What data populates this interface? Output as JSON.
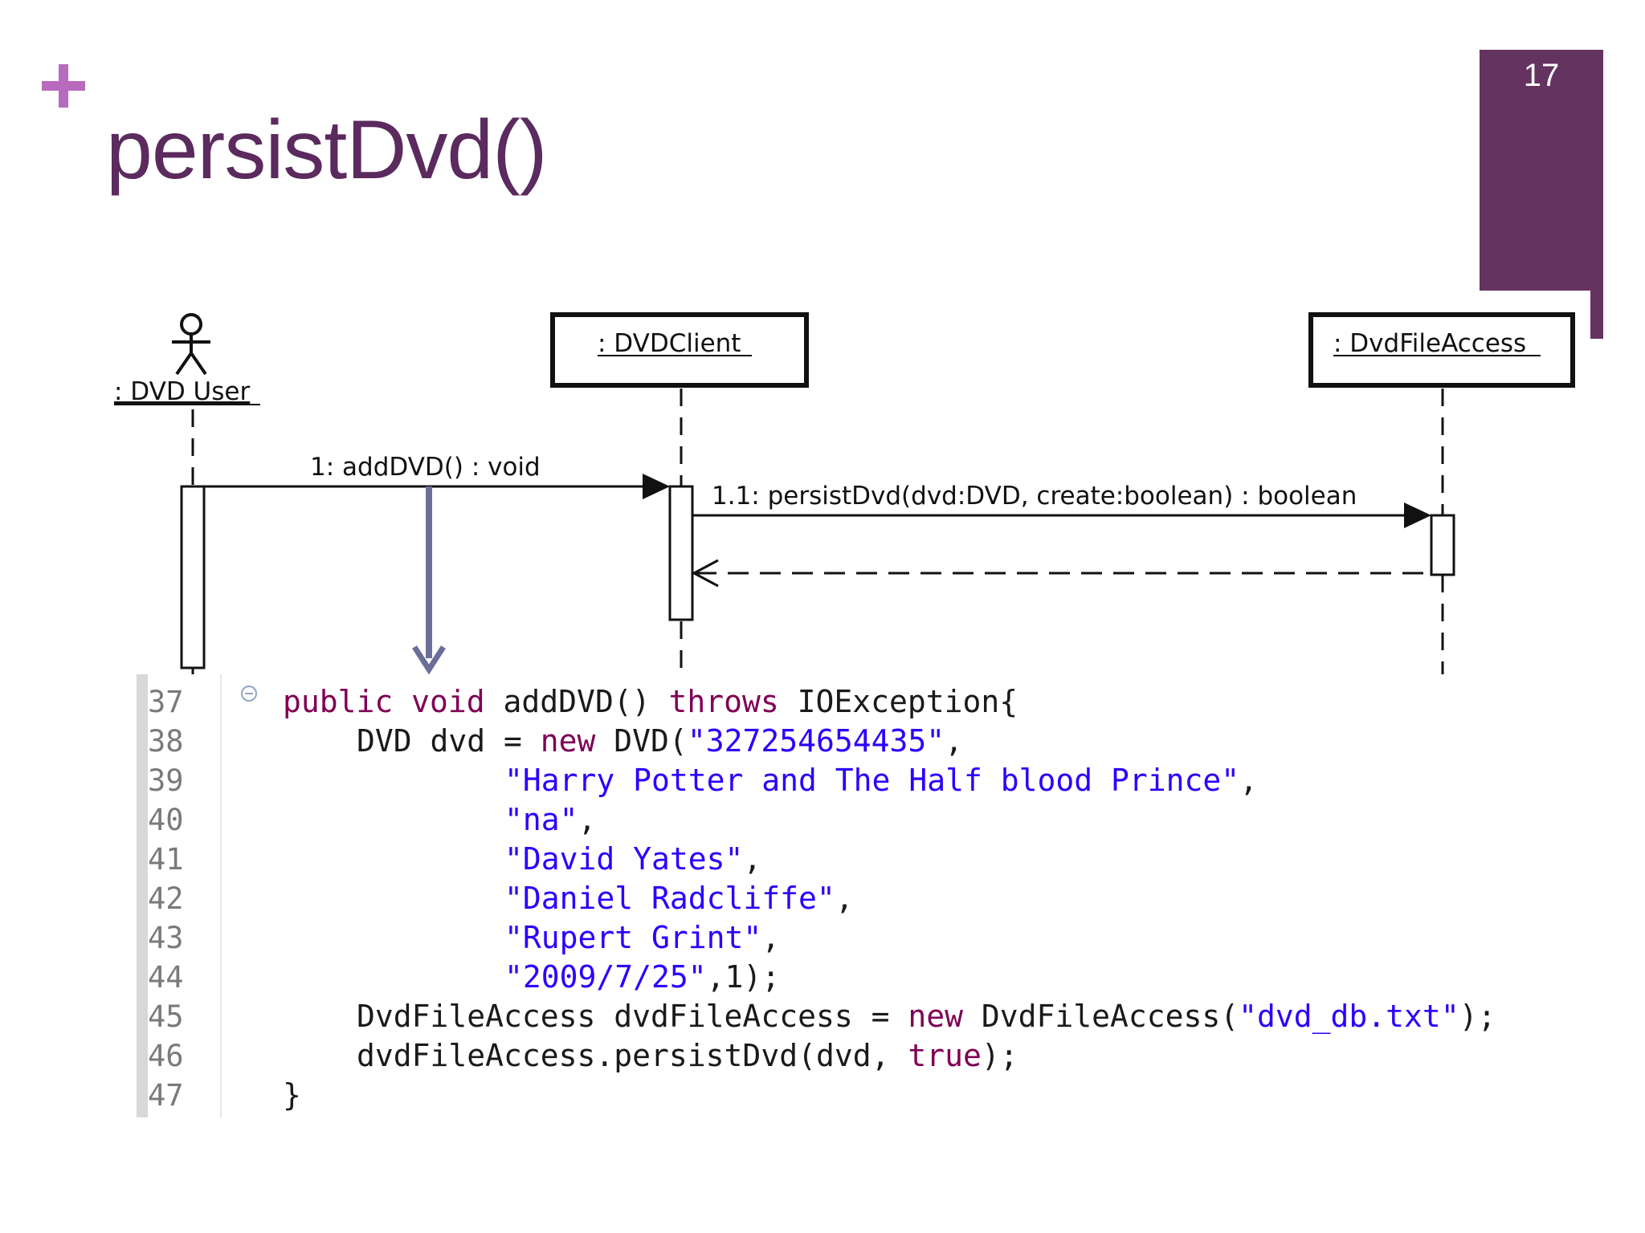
{
  "slide": {
    "title": "persistDvd()",
    "number": "17",
    "colors": {
      "accent": "#643360",
      "title": "#5b2a5e",
      "plus": "#b86bbd"
    }
  },
  "diagram": {
    "actor": ": DVD User",
    "lifelines": [
      ": DVDClient",
      ": DvdFileAccess"
    ],
    "messages": [
      "1: addDVD() : void",
      "1.1: persistDvd(dvd:DVD, create:boolean) : boolean"
    ]
  },
  "code": {
    "line_numbers": [
      "37",
      "38",
      "39",
      "40",
      "41",
      "42",
      "43",
      "44",
      "45",
      "46",
      "47"
    ],
    "l37": {
      "kw1": "public void",
      "t1": " addDVD() ",
      "kw2": "throws",
      "t2": " IOException{"
    },
    "l38": {
      "t1": "DVD dvd = ",
      "kw1": "new",
      "t2": " DVD(",
      "s1": "\"327254654435\"",
      "t3": ","
    },
    "l39": {
      "s1": "\"Harry Potter and The Half blood Prince\"",
      "t1": ","
    },
    "l40": {
      "s1": "\"na\"",
      "t1": ","
    },
    "l41": {
      "s1": "\"David Yates\"",
      "t1": ","
    },
    "l42": {
      "s1": "\"Daniel Radcliffe\"",
      "t1": ","
    },
    "l43": {
      "s1": "\"Rupert Grint\"",
      "t1": ","
    },
    "l44": {
      "s1": "\"2009/7/25\"",
      "t1": ",1);"
    },
    "l45": {
      "t1": "DvdFileAccess dvdFileAccess = ",
      "kw1": "new",
      "t2": " DvdFileAccess(",
      "s1": "\"dvd_db.txt\"",
      "t3": ");"
    },
    "l46": {
      "t1": "dvdFileAccess.persistDvd(dvd, ",
      "kw1": "true",
      "t2": ");"
    },
    "l47": {
      "t1": "}"
    }
  }
}
